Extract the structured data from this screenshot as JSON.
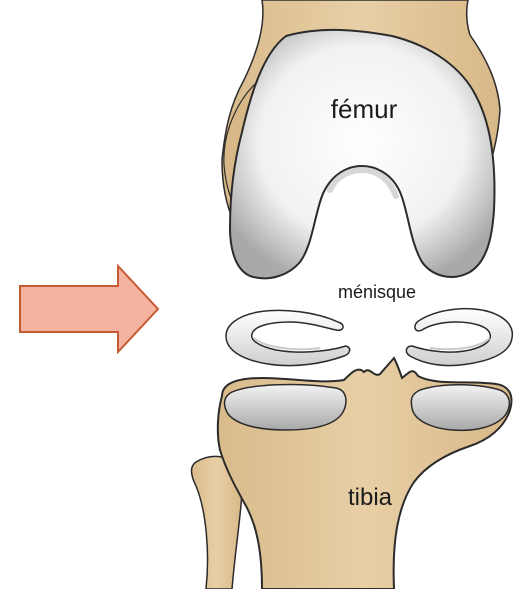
{
  "diagram": {
    "labels": {
      "femur": "fémur",
      "menisque": "ménisque",
      "tibia": "tibia"
    },
    "colors": {
      "bone": "#e3c89f",
      "bone_outline": "#2b2b2b",
      "cartilage": "#f4f4f4",
      "cartilage_shadow": "#b9b9b9",
      "meniscus": "#f7f7f7",
      "arrow_fill": "#f4b2a0",
      "arrow_stroke": "#c65a32"
    },
    "icons": {
      "pointer": "right-arrow-icon"
    }
  }
}
